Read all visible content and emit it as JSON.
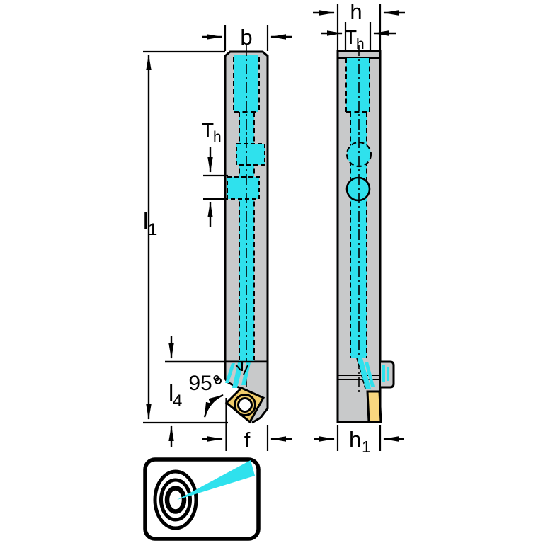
{
  "labels": {
    "b": "b",
    "h": "h",
    "th_main": "T",
    "th_sub": "h",
    "l1_main": "l",
    "l1_sub": "1",
    "l4_main": "l",
    "l4_sub": "4",
    "angle": "95°",
    "f": "f",
    "h1_main": "h",
    "h1_sub": "1"
  },
  "colors": {
    "coolant": "#2FE1ED",
    "shank": "#C8C9CA",
    "insert": "#EFCB6A",
    "insert_side": "#F9D77F",
    "line": "#000000",
    "background": "#FFFFFF"
  },
  "icons": {
    "logo_target": "target-bullseye-icon",
    "logo_beam": "coolant-beam-icon"
  }
}
